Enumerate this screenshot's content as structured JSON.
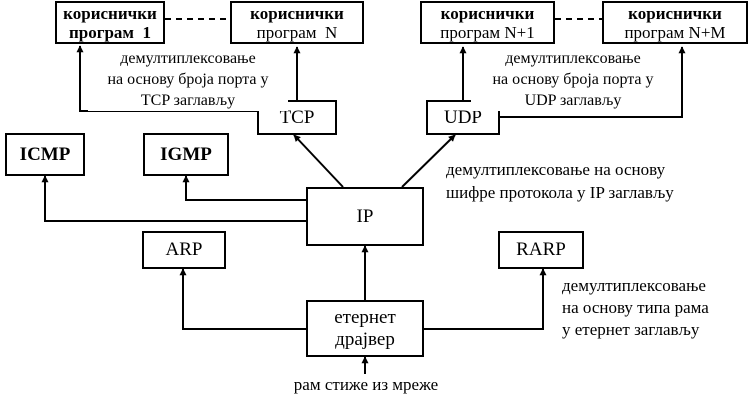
{
  "boxes": {
    "prog1": {
      "line1": "кориснички",
      "line2": "програм  1"
    },
    "progN": {
      "line1": "кориснички",
      "line2": "програм  N"
    },
    "progN1": {
      "line1": "кориснички",
      "line2": "програм N+1"
    },
    "progNM": {
      "line1": "кориснички",
      "line2": "програм N+M"
    },
    "tcp": "TCP",
    "udp": "UDP",
    "icmp": "ICMP",
    "igmp": "IGMP",
    "ip": "IP",
    "arp": "ARP",
    "rarp": "RARP",
    "ethernet": {
      "line1": "етернет",
      "line2": "драјвер"
    }
  },
  "annotations": {
    "tcp_demux": [
      "демултиплексовање",
      "на основу броја порта у",
      "TCP заглављу"
    ],
    "udp_demux": [
      "демултиплексовање",
      "на основу броја порта у",
      "UDP заглављу"
    ],
    "ip_demux": [
      "демултиплексовање на основу",
      "шифре протокола у IP заглављу"
    ],
    "eth_demux": [
      "демултиплексовање",
      "на основу типа рама",
      "у етернет заглављу"
    ],
    "frame_arrives": "рам стиже из мреже"
  }
}
